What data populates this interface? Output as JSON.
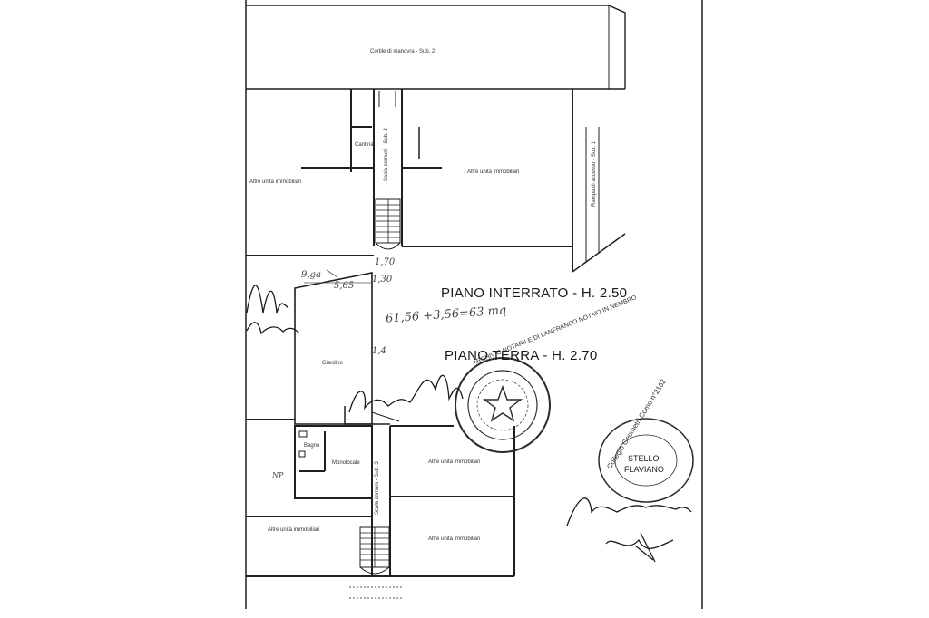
{
  "interrato": {
    "cortile": "Cortile di manovra - Sub. 2",
    "cantina": "Cantina",
    "scala_comuni": "Scala comuni - Sub. 3",
    "altre_left": "Altre unità immobiliari",
    "altre_mid": "Altre unità immobiliari",
    "rampa": "Rampa di accesso - Sub. 1",
    "title": "PIANO INTERRATO - H. 2.50"
  },
  "terra": {
    "title": "PIANO TERRA - H. 2.70",
    "giardino": "Giardino",
    "bagno": "Bagno",
    "monolocale": "Monolocale",
    "scala_comuni": "Scala comuni - Sub. 3",
    "altre_right1": "Altre unità immobiliari",
    "altre_right2": "Altre unità immobiliari",
    "altre_left": "Altre unità immobiliari"
  },
  "annotations": {
    "area": "61,56 +3,56=63 mq",
    "m1": "9,ga",
    "m2": "5,65",
    "m3": "1,30",
    "m4": "1,70",
    "m5": "1,4",
    "np": "NP"
  },
  "stamps": {
    "notary_ring": "ARCHIVIO NOTARILE DI LANFRANCO NOTAIO IN NEMBRO",
    "geometri_ring": "Collegio Geometri Como n°2162",
    "geometri_name1": "STELLO",
    "geometri_name2": "FLAVIANO"
  },
  "colors": {
    "line": "#1f1f1f",
    "hatch": "#555555",
    "paper": "#ffffff"
  }
}
